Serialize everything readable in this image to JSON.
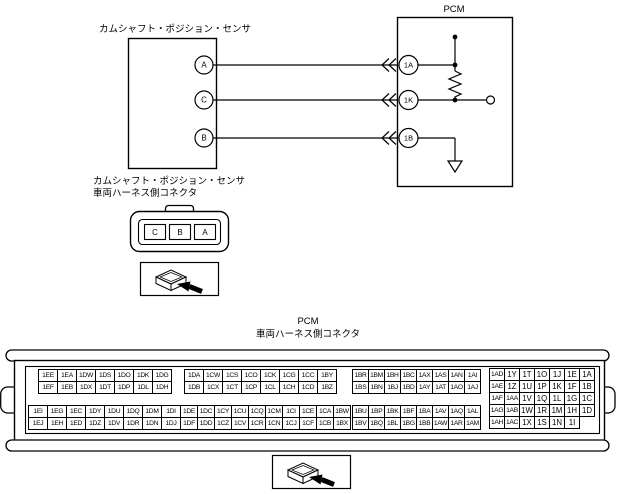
{
  "top_diagram": {
    "pcm_title": "PCM",
    "sensor_title": "カムシャフト・ポジション・センサ",
    "sensor_pins": [
      "A",
      "C",
      "B"
    ],
    "pcm_pins": [
      "1A",
      "1K",
      "1B"
    ]
  },
  "sensor_connector": {
    "title": "カムシャフト・ポジション・センサ",
    "subtitle": "車両ハーネス側コネクタ",
    "pins": [
      "C",
      "B",
      "A"
    ]
  },
  "pcm_connector": {
    "title": "PCM",
    "subtitle": "車両ハーネス側コネクタ",
    "blocks": [
      {
        "rows": [
          [
            "1EE",
            "1EA",
            "1DW",
            "1DS",
            "1DO",
            "1DK",
            "1DG"
          ],
          [
            "1EF",
            "1EB",
            "1DX",
            "1DT",
            "1DP",
            "1DL",
            "1DH"
          ],
          [
            "1EI",
            "1EG",
            "1EC",
            "1DY",
            "1DU",
            "1DQ",
            "1DM",
            "1DI"
          ],
          [
            "1EJ",
            "1EH",
            "1ED",
            "1DZ",
            "1DV",
            "1DR",
            "1DN",
            "1DJ"
          ]
        ]
      },
      {
        "rows": [
          [
            "1DA",
            "1CW",
            "1CS",
            "1CO",
            "1CK",
            "1CG",
            "1CC",
            "1BY"
          ],
          [
            "1DB",
            "1CX",
            "1CT",
            "1CP",
            "1CL",
            "1CH",
            "1CD",
            "1BZ"
          ],
          [
            "1DE",
            "1DC",
            "1CY",
            "1CU",
            "1CQ",
            "1CM",
            "1CI",
            "1CE",
            "1CA",
            "1BW"
          ],
          [
            "1DF",
            "1DD",
            "1CZ",
            "1CV",
            "1CR",
            "1CN",
            "1CJ",
            "1CF",
            "1CB",
            "1BX"
          ]
        ]
      },
      {
        "rows": [
          [
            "1BR",
            "1BM",
            "1BH",
            "1BC",
            "1AX",
            "1AS",
            "1AN",
            "1AI"
          ],
          [
            "1BS",
            "1BN",
            "1BJ",
            "1BD",
            "1AY",
            "1AT",
            "1AO",
            "1AJ"
          ],
          [
            "1BU",
            "1BP",
            "1BK",
            "1BF",
            "1BA",
            "1AV",
            "1AQ",
            "1AL"
          ],
          [
            "1BV",
            "1BQ",
            "1BL",
            "1BG",
            "1BB",
            "1AW",
            "1AR",
            "1AM"
          ]
        ]
      },
      {
        "rows": [
          [
            "1AD",
            "1Y",
            "1T",
            "1O",
            "1J",
            "1E",
            "1A"
          ],
          [
            "1AE",
            "1Z",
            "1U",
            "1P",
            "1K",
            "1F",
            "1B"
          ],
          [
            "1AF",
            "1AA",
            "1V",
            "1Q",
            "1L",
            "1G",
            "1C"
          ],
          [
            "1AG",
            "1AB",
            "1W",
            "1R",
            "1M",
            "1H",
            "1D"
          ],
          [
            "1AH",
            "1AC",
            "1X",
            "1S",
            "1N",
            "1I"
          ]
        ]
      }
    ]
  }
}
